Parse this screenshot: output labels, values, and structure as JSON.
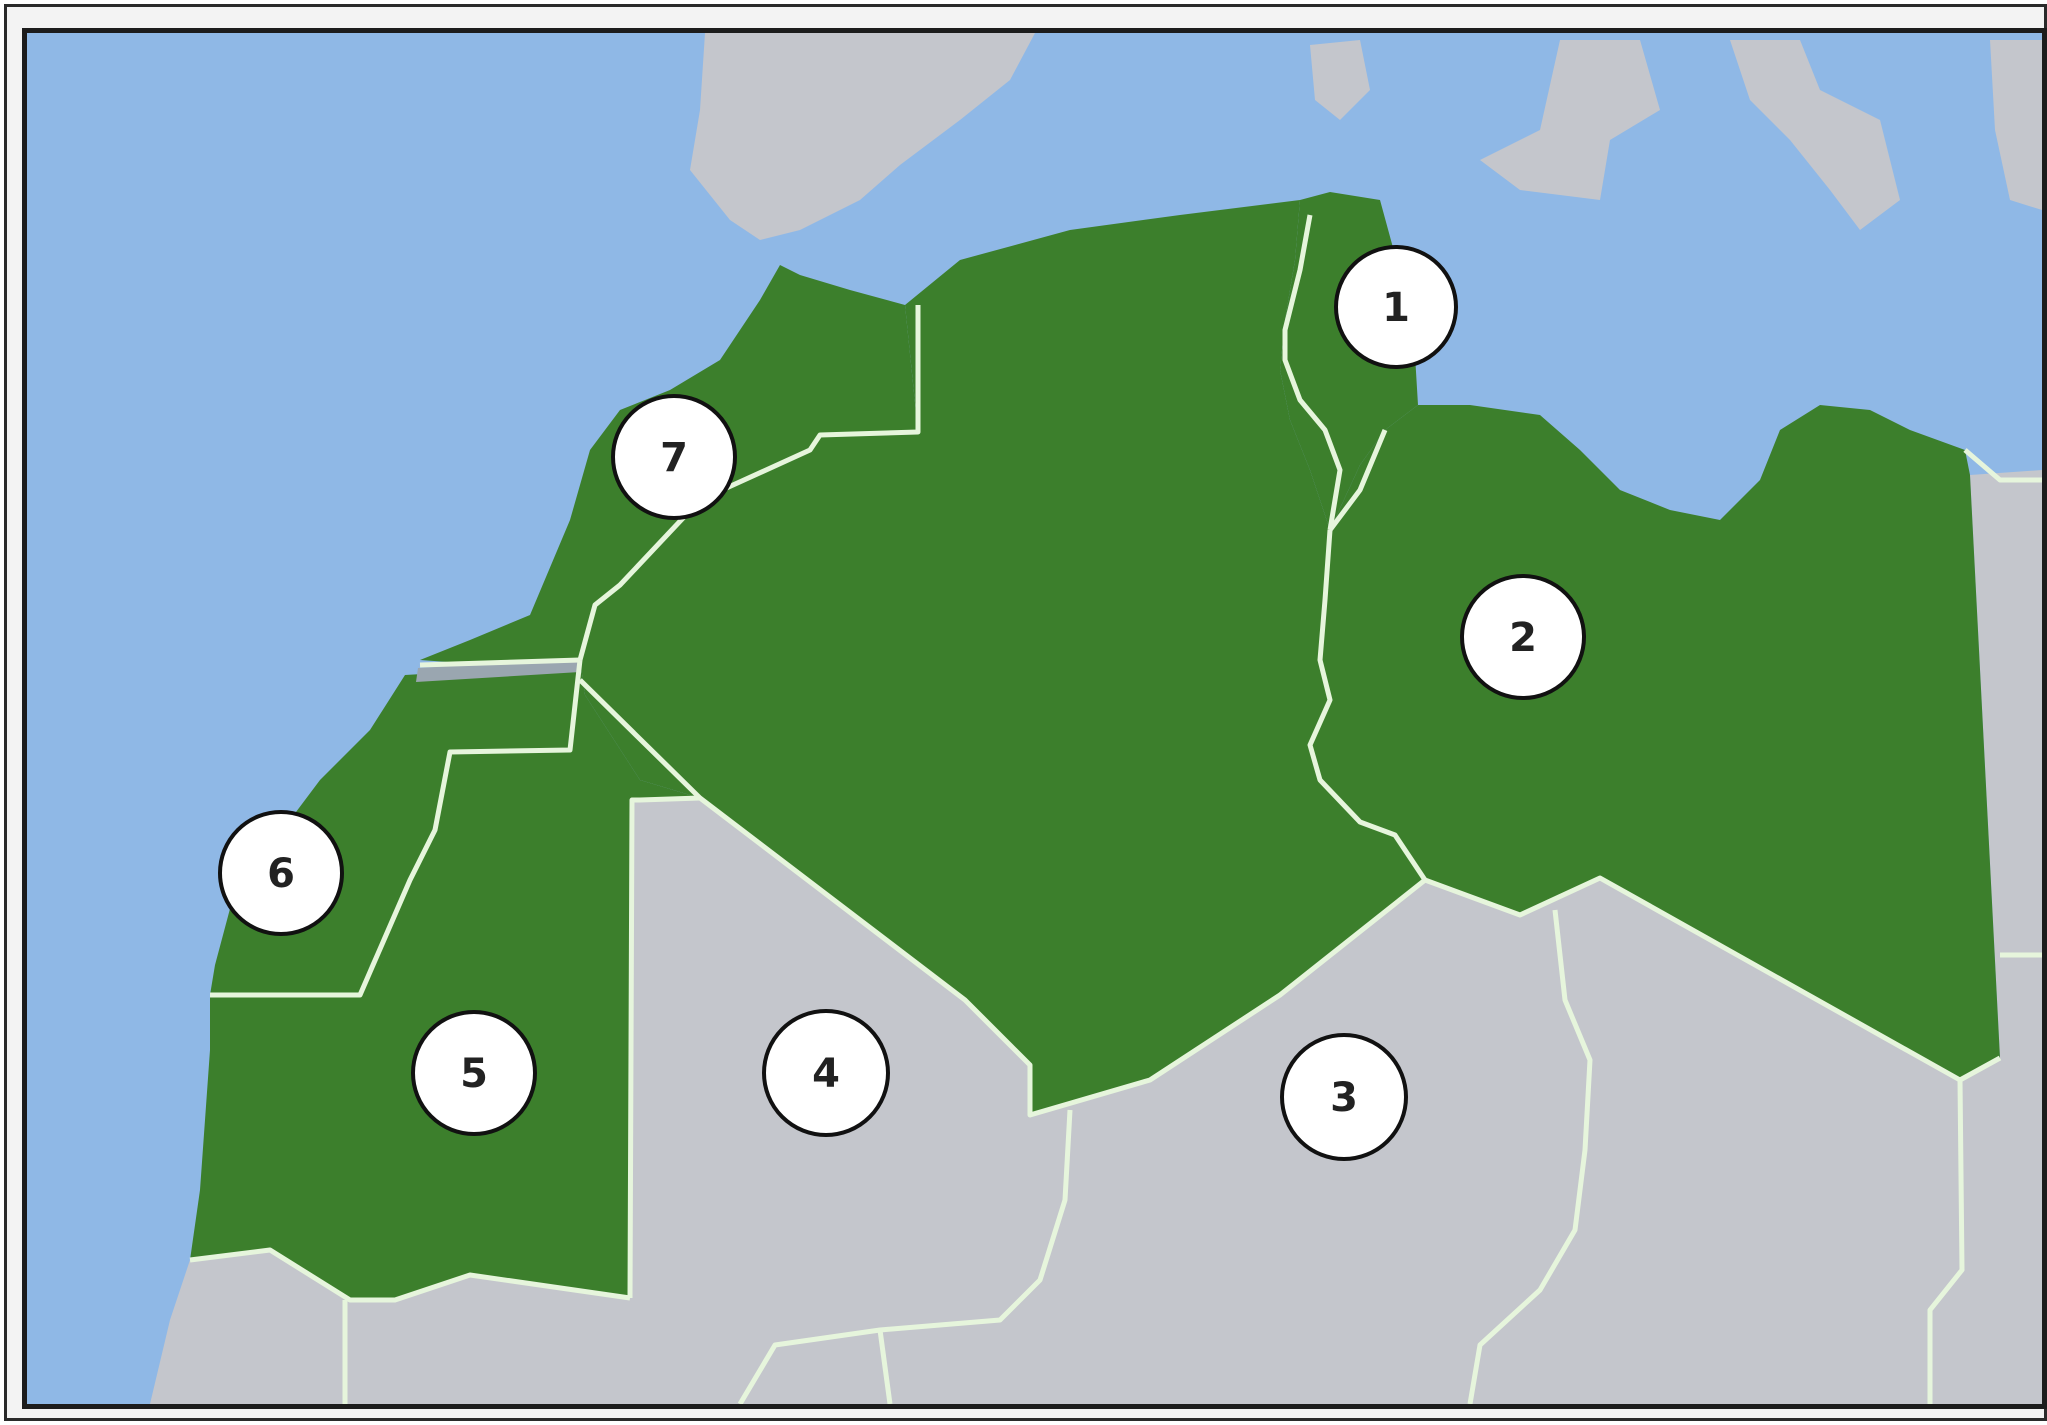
{
  "map": {
    "colors": {
      "sea": "#8fb8e6",
      "highlighted_region": "#3c7f2c",
      "other_land": "#c4c6cc",
      "border": "#e6f5dc",
      "frame": "#1c1c1c"
    },
    "markers": [
      {
        "label": "1"
      },
      {
        "label": "2"
      },
      {
        "label": "3"
      },
      {
        "label": "4"
      },
      {
        "label": "5"
      },
      {
        "label": "6"
      },
      {
        "label": "7"
      }
    ]
  }
}
